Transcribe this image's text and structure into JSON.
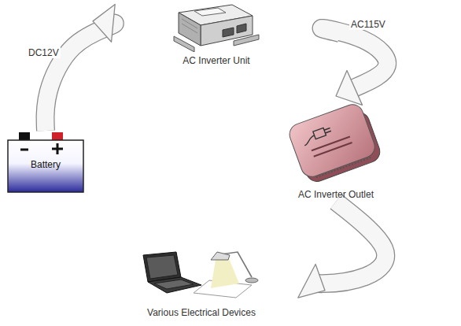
{
  "diagram": {
    "nodes": [
      {
        "text": [
          "Battery"
        ]
      },
      {
        "text": [
          "AC Inverter Unit"
        ]
      },
      {
        "text": [
          "AC Inverter Outlet"
        ]
      },
      {
        "text": [
          "Various Electrical Devices"
        ]
      }
    ],
    "edges": [
      {
        "from": 0,
        "to": 1,
        "label": "DC12V",
        "arrow": "to"
      },
      {
        "from": 1,
        "to": 2,
        "label": "AC115V",
        "arrow": "to"
      },
      {
        "from": 2,
        "to": 3,
        "arrow": "to"
      }
    ]
  }
}
